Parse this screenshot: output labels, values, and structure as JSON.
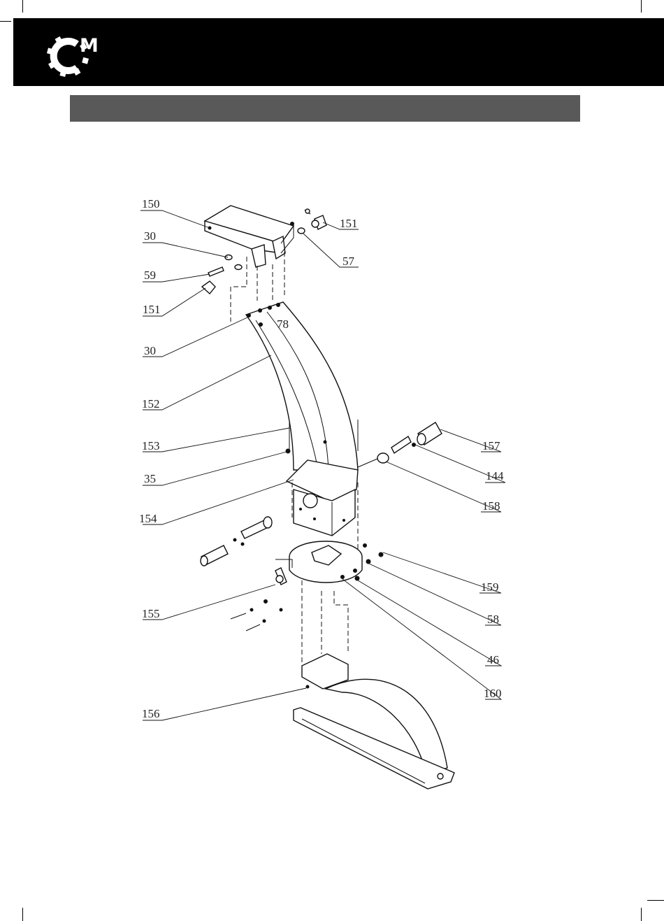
{
  "header": {
    "logo_icon": "gear-c-logo-icon",
    "logo_letter": "M",
    "colors": {
      "bar": "#000000",
      "section_bar": "#595959"
    }
  },
  "diagram": {
    "labels": [
      {
        "id": "150",
        "text": "150"
      },
      {
        "id": "30a",
        "text": "30"
      },
      {
        "id": "59",
        "text": "59"
      },
      {
        "id": "151a",
        "text": "151"
      },
      {
        "id": "30b",
        "text": "30"
      },
      {
        "id": "152",
        "text": "152"
      },
      {
        "id": "153",
        "text": "153"
      },
      {
        "id": "35",
        "text": "35"
      },
      {
        "id": "154",
        "text": "154"
      },
      {
        "id": "155",
        "text": "155"
      },
      {
        "id": "156",
        "text": "156"
      },
      {
        "id": "151b",
        "text": "151"
      },
      {
        "id": "57",
        "text": "57"
      },
      {
        "id": "78",
        "text": "78"
      },
      {
        "id": "157",
        "text": "157"
      },
      {
        "id": "144",
        "text": "144"
      },
      {
        "id": "158",
        "text": "158"
      },
      {
        "id": "159",
        "text": "159"
      },
      {
        "id": "58",
        "text": "58"
      },
      {
        "id": "46",
        "text": "46"
      },
      {
        "id": "160",
        "text": "160"
      }
    ]
  }
}
